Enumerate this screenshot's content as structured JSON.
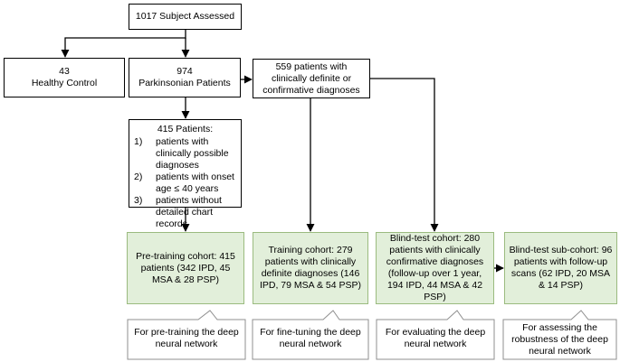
{
  "nodes": {
    "assessed": "1017 Subject Assessed",
    "healthy": [
      "43",
      "Healthy Control"
    ],
    "parkinsonian": [
      "974",
      "Parkinsonian Patients"
    ],
    "definite": "559 patients with clinically definite or confirmative diagnoses",
    "excluded": {
      "head": "415 Patients:",
      "items": [
        {
          "num": "1)",
          "text": "patients with clinically possible diagnoses"
        },
        {
          "num": "2)",
          "text": "patients with onset age ≤ 40 years"
        },
        {
          "num": "3)",
          "text": "patients without detailed chart records"
        }
      ]
    },
    "pretraining": "Pre-training cohort: 415 patients (342 IPD, 45 MSA & 28 PSP)",
    "training": "Training cohort: 279 patients with clinically definite diagnoses (146 IPD, 79 MSA & 54 PSP)",
    "blindtest": "Blind-test cohort: 280 patients with clinically confirmative diagnoses (follow-up over 1 year, 194 IPD, 44 MSA & 42 PSP)",
    "subcohort": "Blind-test sub-cohort: 96 patients with follow-up scans (62 IPD, 20 MSA & 14 PSP)"
  },
  "callouts": {
    "pretraining": "For pre-training the deep neural network",
    "training": "For fine-tuning the deep neural network",
    "blindtest": "For evaluating the deep neural network",
    "subcohort": "For assessing the robustness of the deep neural network"
  },
  "colors": {
    "green_fill": "#e2efda",
    "green_border": "#9bbb7f",
    "line": "#000000"
  }
}
